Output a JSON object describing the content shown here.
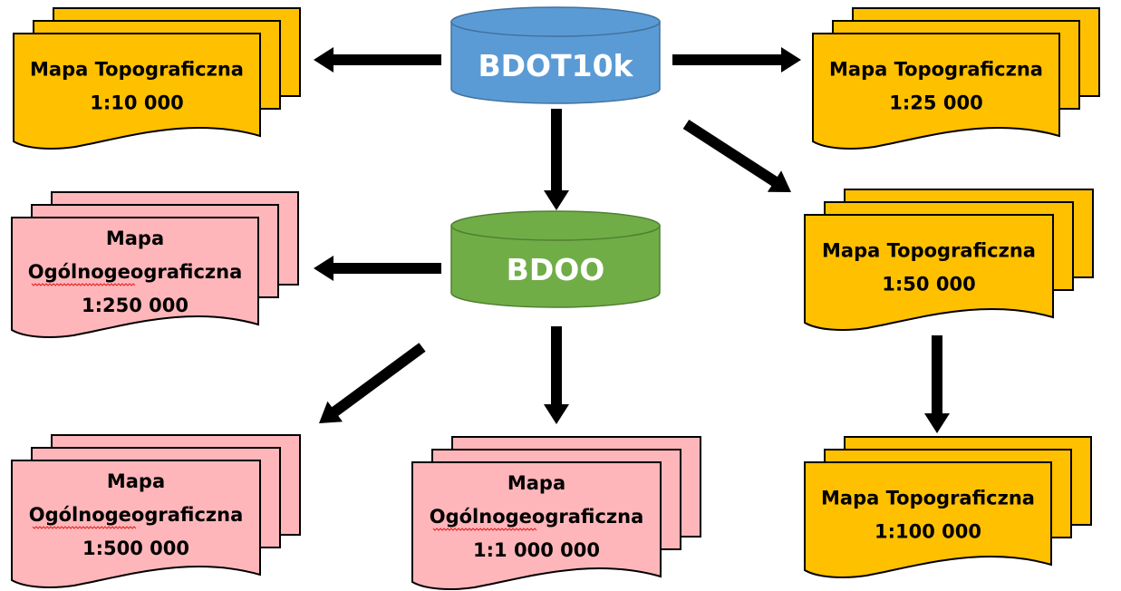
{
  "title": "BDOT10k / BDOO derived map products",
  "colors": {
    "topo_fill": "#FFC000",
    "general_fill": "#FFB6BA",
    "doc_stroke": "#000000",
    "bdot_fill": "#5B9BD5",
    "bdot_stroke": "#41719C",
    "bdoo_fill": "#70AD47",
    "bdoo_stroke": "#507E32",
    "arrow": "#000000"
  },
  "databases": [
    {
      "id": "bdot10k",
      "label": "BDOT10k",
      "color_key": "bdot"
    },
    {
      "id": "bdoo",
      "label": "BDOO",
      "color_key": "bdoo"
    }
  ],
  "maps": [
    {
      "id": "topo-10k",
      "type": "topo",
      "lines": [
        "Mapa Topograficzna",
        "1:10 000"
      ]
    },
    {
      "id": "topo-25k",
      "type": "topo",
      "lines": [
        "Mapa Topograficzna",
        "1:25 000"
      ]
    },
    {
      "id": "topo-50k",
      "type": "topo",
      "lines": [
        "Mapa Topograficzna",
        "1:50 000"
      ]
    },
    {
      "id": "topo-100k",
      "type": "topo",
      "lines": [
        "Mapa Topograficzna",
        "1:100 000"
      ]
    },
    {
      "id": "general-250k",
      "type": "general",
      "lines": [
        "Mapa",
        "Ogólnogeograficzna",
        "1:250 000"
      ]
    },
    {
      "id": "general-500k",
      "type": "general",
      "lines": [
        "Mapa",
        "Ogólnogeograficzna",
        "1:500 000"
      ]
    },
    {
      "id": "general-1m",
      "type": "general",
      "lines": [
        "Mapa",
        "Ogólnogeograficzna",
        "1:1 000 000"
      ]
    }
  ],
  "edges": [
    {
      "from": "bdot10k",
      "to": "topo-10k"
    },
    {
      "from": "bdot10k",
      "to": "topo-25k"
    },
    {
      "from": "bdot10k",
      "to": "bdoo"
    },
    {
      "from": "bdot10k",
      "to": "topo-50k"
    },
    {
      "from": "topo-50k",
      "to": "topo-100k"
    },
    {
      "from": "bdoo",
      "to": "general-250k"
    },
    {
      "from": "bdoo",
      "to": "general-500k"
    },
    {
      "from": "bdoo",
      "to": "general-1m"
    }
  ]
}
